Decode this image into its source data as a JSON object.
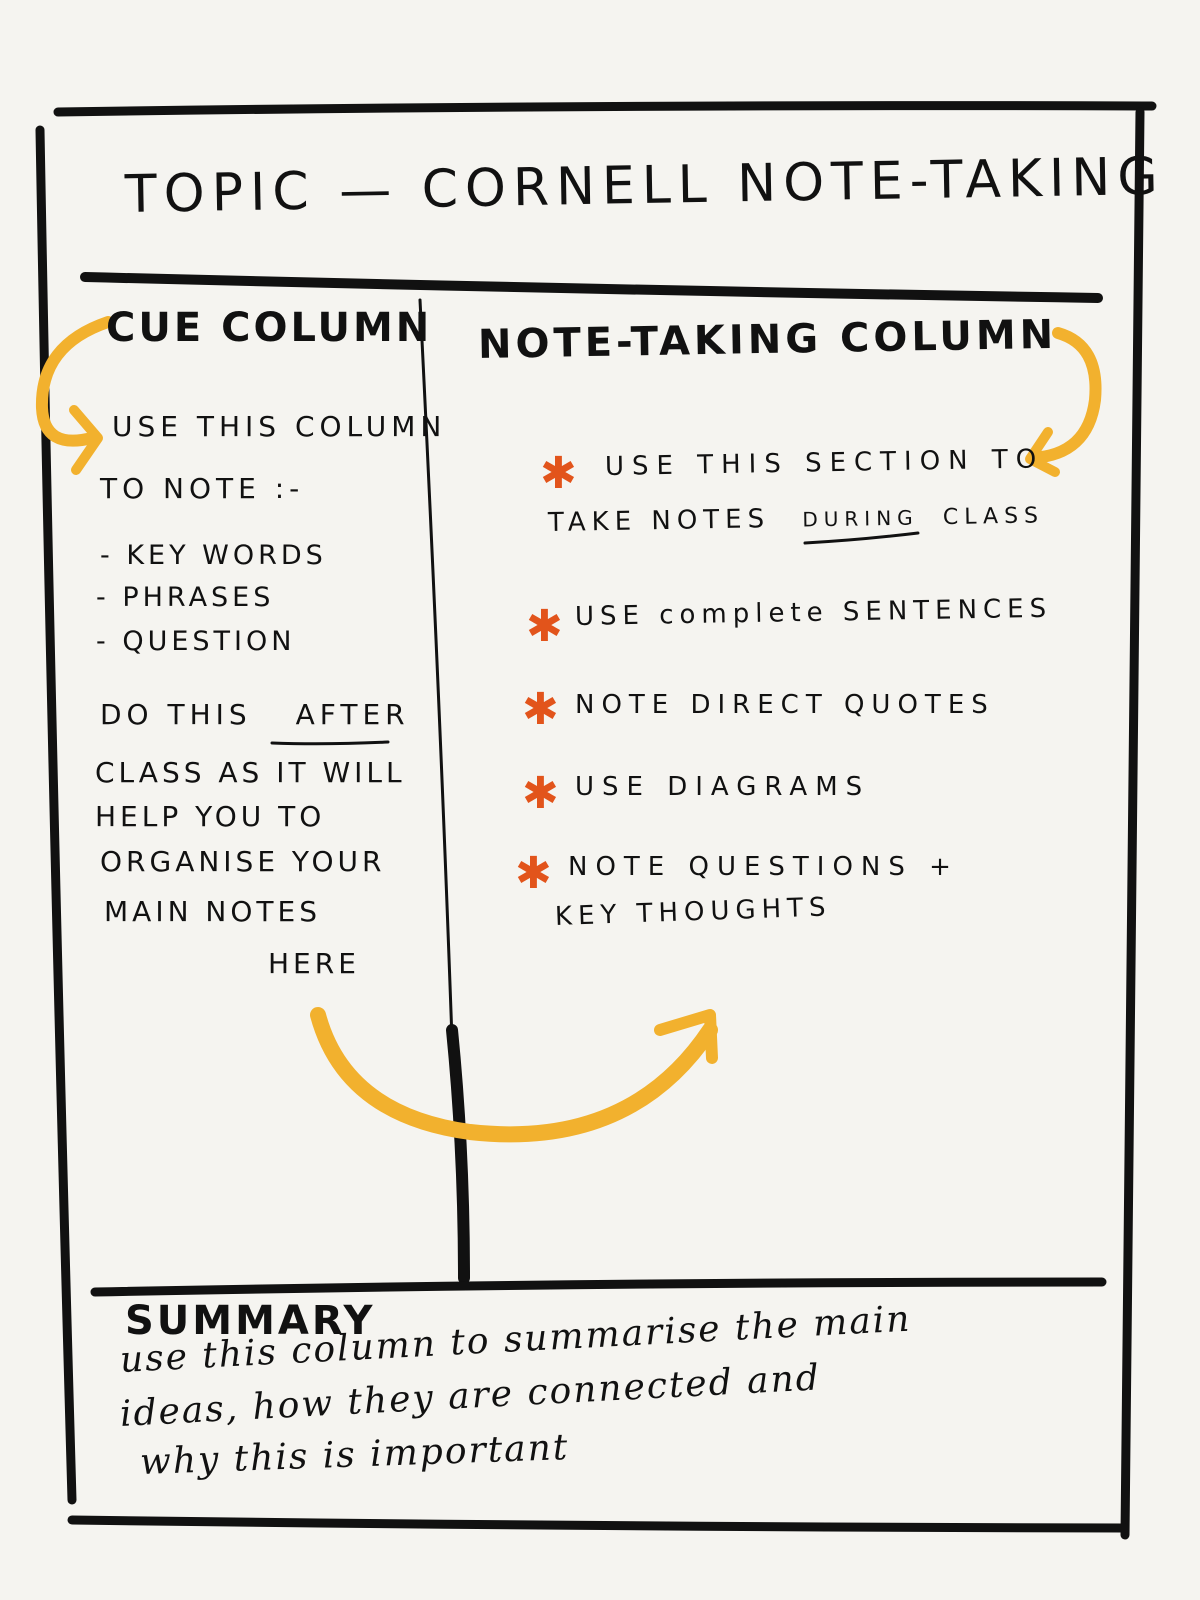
{
  "title": "TOPIC — CORNELL NOTE-TAKING",
  "cue_column": {
    "heading": "CUE COLUMN",
    "intro_line1": "USE THIS COLUMN",
    "intro_line2": "TO NOTE :-",
    "items": [
      "- KEY WORDS",
      "- PHRASES",
      "- QUESTION"
    ],
    "after_line1_pre": "DO THIS",
    "after_line1_em": "AFTER",
    "after_lines": [
      "CLASS AS IT WILL",
      "HELP YOU TO",
      "ORGANISE YOUR",
      "MAIN NOTES"
    ],
    "after_last": "HERE"
  },
  "note_column": {
    "heading": "NOTE-TAKING COLUMN",
    "bullet1_line1": "USE THIS SECTION TO",
    "bullet1_line2_pre": "TAKE NOTES",
    "bullet1_line2_em": "DURING",
    "bullet1_line2_post": "CLASS",
    "bullet2": "USE complete SENTENCES",
    "bullet3": "NOTE DIRECT QUOTES",
    "bullet4": "USE DIAGRAMS",
    "bullet5_line1": "NOTE QUESTIONS +",
    "bullet5_line2": "KEY THOUGHTS"
  },
  "summary": {
    "heading": "SUMMARY",
    "line1": "use this column to summarise the main",
    "line2": "ideas, how they are connected and",
    "line3": "why this is important"
  },
  "colors": {
    "ink": "#111111",
    "arrow": "#f2b12e",
    "asterisk": "#e2541b",
    "paper": "#f5f4f0"
  }
}
